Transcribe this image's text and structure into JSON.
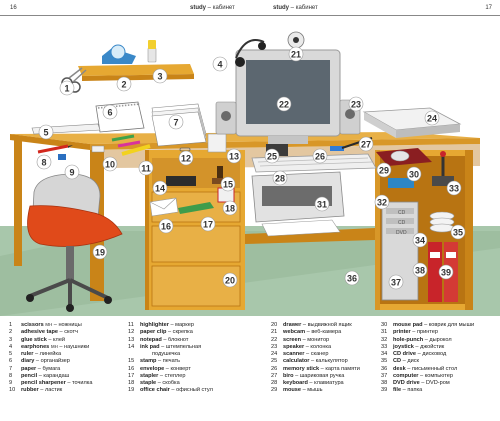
{
  "header": {
    "page_left": "16",
    "page_right": "17",
    "title_left": "study",
    "title_left_ru": "кабинет",
    "title_right": "study",
    "title_right_ru": "кабинет",
    "dash": " – "
  },
  "scene_labels": [
    "1",
    "2",
    "3",
    "4",
    "5",
    "6",
    "7",
    "8",
    "9",
    "10",
    "11",
    "12",
    "13",
    "14",
    "15",
    "16",
    "17",
    "18",
    "19",
    "20",
    "21",
    "22",
    "23",
    "24",
    "25",
    "26",
    "27",
    "28",
    "29",
    "30",
    "31",
    "32",
    "33",
    "34",
    "35",
    "36",
    "37",
    "38",
    "39"
  ],
  "labels_extra": [
    "CD",
    "CD",
    "DVD"
  ],
  "legend": {
    "col1": [
      {
        "n": "1",
        "term": "scissors",
        "sfx": " мн",
        "ru": "ножницы"
      },
      {
        "n": "2",
        "term": "adhesive tape",
        "sfx": "",
        "ru": "скотч"
      },
      {
        "n": "3",
        "term": "glue stick",
        "sfx": "",
        "ru": "клей"
      },
      {
        "n": "4",
        "term": "earphones",
        "sfx": " мн",
        "ru": "наушники"
      },
      {
        "n": "5",
        "term": "ruler",
        "sfx": "",
        "ru": "линейка"
      },
      {
        "n": "6",
        "term": "diary",
        "sfx": "",
        "ru": "органайзер"
      },
      {
        "n": "7",
        "term": "paper",
        "sfx": "",
        "ru": "бумага"
      },
      {
        "n": "8",
        "term": "pencil",
        "sfx": "",
        "ru": "карандаш"
      },
      {
        "n": "9",
        "term": "pencil sharpener",
        "sfx": "",
        "ru": "точилка"
      },
      {
        "n": "10",
        "term": "rubber",
        "sfx": "",
        "ru": "ластик"
      }
    ],
    "col2": [
      {
        "n": "11",
        "term": "highlighter",
        "sfx": "",
        "ru": "маркер"
      },
      {
        "n": "12",
        "term": "paper clip",
        "sfx": "",
        "ru": "скрепка"
      },
      {
        "n": "13",
        "term": "notepad",
        "sfx": "",
        "ru": "блокнот"
      },
      {
        "n": "14",
        "term": "ink pad",
        "sfx": "",
        "ru": "штемпельная"
      },
      {
        "n": "",
        "term": "",
        "sfx": "",
        "ru": "подушечка"
      },
      {
        "n": "15",
        "term": "stamp",
        "sfx": "",
        "ru": "печать"
      },
      {
        "n": "16",
        "term": "envelope",
        "sfx": "",
        "ru": "конверт"
      },
      {
        "n": "17",
        "term": "stapler",
        "sfx": "",
        "ru": "степлер"
      },
      {
        "n": "18",
        "term": "staple",
        "sfx": "",
        "ru": "скобка"
      },
      {
        "n": "19",
        "term": "office chair",
        "sfx": "",
        "ru": "офисный стул"
      }
    ],
    "col3": [
      {
        "n": "20",
        "term": "drawer",
        "sfx": "",
        "ru": "выдвижной ящик"
      },
      {
        "n": "21",
        "term": "webcam",
        "sfx": "",
        "ru": "веб-камера"
      },
      {
        "n": "22",
        "term": "screen",
        "sfx": "",
        "ru": "монитор"
      },
      {
        "n": "23",
        "term": "speaker",
        "sfx": "",
        "ru": "колонка"
      },
      {
        "n": "24",
        "term": "scanner",
        "sfx": "",
        "ru": "сканер"
      },
      {
        "n": "25",
        "term": "calculator",
        "sfx": "",
        "ru": "калькулятор"
      },
      {
        "n": "26",
        "term": "memory stick",
        "sfx": "",
        "ru": "карта памяти"
      },
      {
        "n": "27",
        "term": "biro",
        "sfx": "",
        "ru": "шариковая ручка"
      },
      {
        "n": "28",
        "term": "keyboard",
        "sfx": "",
        "ru": "клавиатура"
      },
      {
        "n": "29",
        "term": "mouse",
        "sfx": "",
        "ru": "мышь"
      }
    ],
    "col4": [
      {
        "n": "30",
        "term": "mouse pad",
        "sfx": "",
        "ru": "коврик для мыши"
      },
      {
        "n": "31",
        "term": "printer",
        "sfx": "",
        "ru": "принтер"
      },
      {
        "n": "32",
        "term": "hole-punch",
        "sfx": "",
        "ru": "дырокол"
      },
      {
        "n": "33",
        "term": "joystick",
        "sfx": "",
        "ru": "джойстик"
      },
      {
        "n": "34",
        "term": "CD drive",
        "sfx": "",
        "ru": "дисковод"
      },
      {
        "n": "35",
        "term": "CD",
        "sfx": "",
        "ru": "диск"
      },
      {
        "n": "36",
        "term": "desk",
        "sfx": "",
        "ru": "письменный стол"
      },
      {
        "n": "37",
        "term": "computer",
        "sfx": "",
        "ru": "компьютер"
      },
      {
        "n": "38",
        "term": "DVD drive",
        "sfx": "",
        "ru": "DVD-ром"
      },
      {
        "n": "39",
        "term": "file",
        "sfx": "",
        "ru": "папка"
      }
    ]
  },
  "colors": {
    "wall": "#ffffff",
    "floor": "#a8c7ab",
    "desk": "#e6a832",
    "desk_dark": "#c98418",
    "desk_shade": "#b87412",
    "label_circle": "#ffffff",
    "chair_seat": "#e04a1a",
    "monitor": "#d6d6d6",
    "accent_red": "#c8242a"
  }
}
